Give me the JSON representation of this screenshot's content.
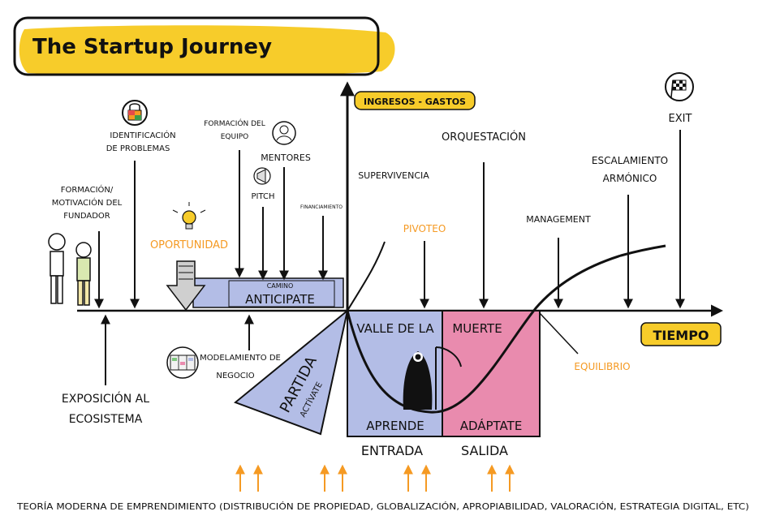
{
  "title": "The Startup Journey",
  "axes": {
    "y_label": "INGRESOS - GASTOS",
    "x_label": "TIEMPO"
  },
  "labels": {
    "identificacion_1": "IDENTIFICACIÓN",
    "identificacion_2": "DE PROBLEMAS",
    "formacion_fundador_1": "FORMACIÓN/",
    "formacion_fundador_2": "MOTIVACIÓN DEL",
    "formacion_fundador_3": "FUNDADOR",
    "formacion_equipo_1": "FORMACIÓN DEL",
    "formacion_equipo_2": "EQUIPO",
    "mentores": "MENTORES",
    "pitch": "PITCH",
    "financiamiento": "FINANCIAMIENTO",
    "oportunidad": "OPORTUNIDAD",
    "camino": "CAMINO",
    "anticipate": "ANTICIPATE",
    "supervivencia": "SUPERVIVENCIA",
    "orquestacion": "ORQUESTACIÓN",
    "escalamiento_1": "ESCALAMIENTO",
    "escalamiento_2": "ARMÓNICO",
    "exit": "EXIT",
    "management": "MANAGEMENT",
    "pivoteo": "PIVOTEO",
    "valle": "VALLE DE LA",
    "muerte": "MUERTE",
    "aprende": "APRENDE",
    "adaptate": "ADÁPTATE",
    "entrada": "ENTRADA",
    "salida": "SALIDA",
    "equilibrio": "EQUILIBRIO",
    "modelamiento_1": "MODELAMIENTO DE",
    "modelamiento_2": "NEGOCIO",
    "exposicion_1": "EXPOSICIÓN AL",
    "exposicion_2": "ECOSISTEMA",
    "partida": "PARTIDA",
    "activate": "ACTÍVATE"
  },
  "footer": "TEORÍA MODERNA DE EMPRENDIMIENTO (DISTRIBUCIÓN DE PROPIEDAD, GLOBALIZACIÓN, APROPIABILIDAD, VALORACIÓN, ESTRATEGIA DIGITAL, ETC)",
  "colors": {
    "highlight_yellow": "#f7cc2a",
    "orange": "#f59a23",
    "valle_blue": "#b3bde6",
    "muerte_pink": "#e98bae",
    "ink": "#111111"
  }
}
